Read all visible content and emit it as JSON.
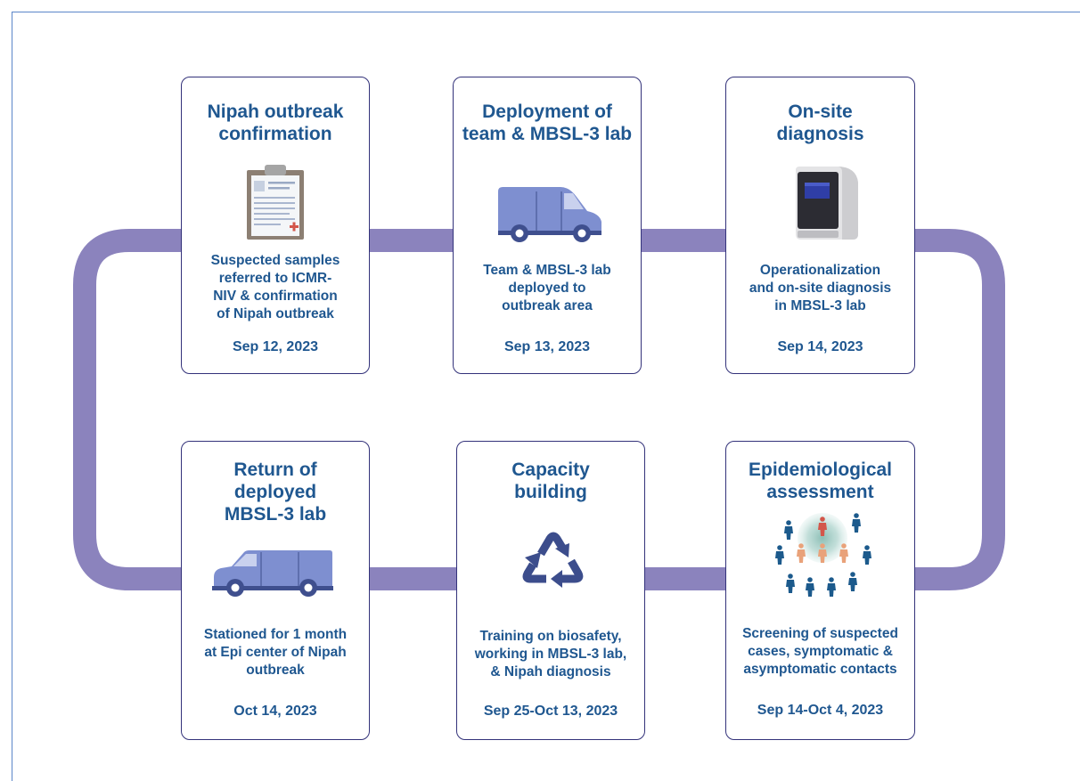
{
  "colors": {
    "loop": "#8b83bd",
    "card_border": "#33327a",
    "text": "#1f5790",
    "van": "#7e8fd0",
    "van_dark": "#3f4f8e",
    "recycle": "#3c4d8c",
    "person_blue": "#1c5a8c",
    "person_red": "#d3564a",
    "person_orange": "#e9a27a",
    "frame": "#5b86c9"
  },
  "steps": [
    {
      "title_lines": [
        "Nipah outbreak",
        "confirmation"
      ],
      "icon": "clipboard-icon",
      "desc_lines": [
        "Suspected samples",
        "referred to ICMR-",
        "NIV & confirmation",
        "of Nipah outbreak"
      ],
      "date": "Sep 12, 2023"
    },
    {
      "title_lines": [
        "Deployment of",
        "team & MBSL-3 lab"
      ],
      "icon": "van-icon",
      "desc_lines": [
        "Team & MBSL-3 lab",
        "deployed to",
        "outbreak area"
      ],
      "date": "Sep 13, 2023"
    },
    {
      "title_lines": [
        "On-site",
        "diagnosis"
      ],
      "icon": "pcr-machine-icon",
      "desc_lines": [
        "Operationalization",
        "and on-site diagnosis",
        "in MBSL-3 lab"
      ],
      "date": "Sep 14, 2023"
    },
    {
      "title_lines": [
        "Epidemiological",
        "assessment"
      ],
      "icon": "contact-network-icon",
      "desc_lines": [
        "Screening of suspected",
        "cases, symptomatic &",
        "asymptomatic contacts"
      ],
      "date": "Sep 14-Oct 4, 2023"
    },
    {
      "title_lines": [
        "Capacity",
        "building"
      ],
      "icon": "recycle-icon",
      "desc_lines": [
        "Training on biosafety,",
        "working in MBSL-3 lab,",
        "& Nipah diagnosis"
      ],
      "date": "Sep 25-Oct 13, 2023"
    },
    {
      "title_lines": [
        "Return of",
        "deployed",
        "MBSL-3 lab"
      ],
      "icon": "van-icon",
      "desc_lines": [
        "Stationed for 1 month",
        "at Epi center of Nipah",
        "outbreak"
      ],
      "date": "Oct 14, 2023"
    }
  ]
}
